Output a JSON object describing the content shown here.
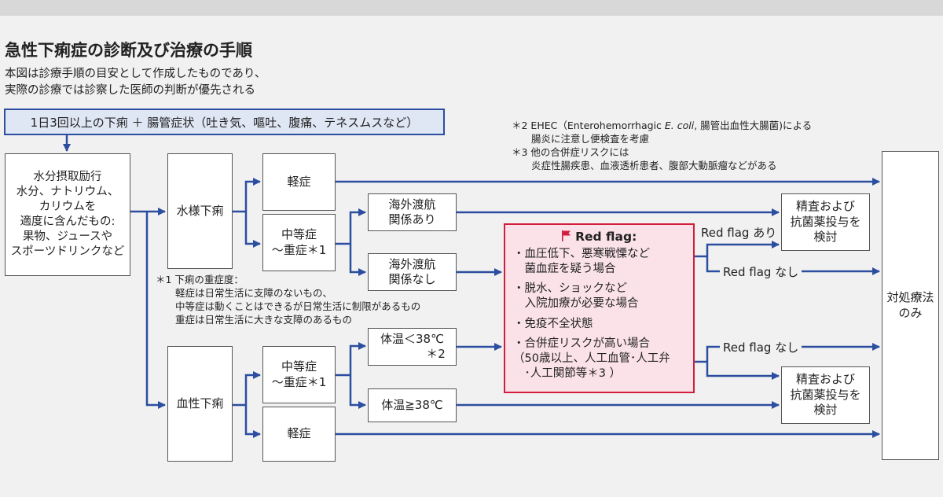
{
  "title": "急性下痢症の診断及び治療の手順",
  "subtitle": "本図は診療手順の目安として作成したものであり、\n実際の診療では診察した医師の判断が優先される",
  "header_box": "1日3回以上の下痢 ＋ 腸管症状（吐き気、嘔吐、腹痛、テネスムスなど）",
  "note2": {
    "prefix": "＊2 EHEC（Enterohemorrhagic ",
    "italic": "E. coli",
    "suffix": ", 腸管出血性大腸菌)による",
    "line2": "腸炎に注意し便検査を考慮"
  },
  "note3": "＊3 他の合併症リスクには\n　　炎症性腸疾患、血液透析患者、腹部大動脈瘤などがある",
  "note1": "＊1 下痢の重症度：\n　　軽症は日常生活に支障のないもの、\n　　中等症は動くことはできるが日常生活に制限があるもの\n　　重症は日常生活に大きな支障のあるもの",
  "nodes": {
    "rehydration": "水分摂取励行\n水分、ナトリウム、\nカリウムを\n適度に含んだもの:\n果物、ジュースや\nスポーツドリンクなど",
    "watery": "水様下痢",
    "bloody": "血性下痢",
    "mild_top": "軽症",
    "moderate_top": "中等症\n〜重症＊1",
    "travel_yes": "海外渡航\n関係あり",
    "travel_no": "海外渡航\n関係なし",
    "moderate_bottom": "中等症\n〜重症＊1",
    "mild_bottom": "軽症",
    "temp_low": "体温＜38℃\n　　　　＊2",
    "temp_high": "体温≧38℃",
    "detail_top": "精査および\n抗菌薬投与を\n検討",
    "detail_bottom": "精査および\n抗菌薬投与を\n検討",
    "symptomatic": "対処療法\nのみ"
  },
  "red_flag": {
    "title": "Red flag:",
    "items": [
      "・血圧低下、悪寒戦慄など\n　菌血症を疑う場合",
      "・脱水、ショックなど\n　入院加療が必要な場合",
      "・免疫不全状態",
      "・合併症リスクが高い場合\n（50歳以上、人工血管･人工弁\n　･人工関節等＊3 ）"
    ]
  },
  "edge_labels": {
    "rf_yes": "Red flag あり",
    "rf_no_top": "Red flag なし",
    "rf_no_bottom": "Red flag なし"
  },
  "colors": {
    "arrow": "#2b4ea0",
    "red_flag_border": "#d21e3c",
    "red_flag_fill": "#fbe2e9",
    "header_fill": "#dfe6f4",
    "background": "#f1f1f1"
  },
  "icons": {
    "red_flag": "flag-icon"
  }
}
